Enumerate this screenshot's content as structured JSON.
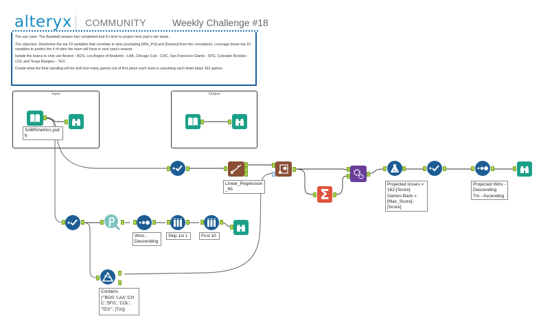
{
  "header": {
    "logo": "alteryx",
    "section": "COMMUNITY",
    "title": "Weekly Challenge #18"
  },
  "comment": {
    "paragraphs": [
      "The use case: The Baseball season has completed and it's time to project next year's win totals.",
      "The objective:  Determine the top 10 variables that correlate to wins (excluding [Win_Pct] and [Games] from the correlation). Leverage those top 10 variables to predict the # of wins the team will have in next year's season.",
      "Isolate the teams to only use Boston - BOS, Los Angles of Anaheim - LAA, Chicago Cub - CHC, San Francisco Giants - SFG, Colorado Rockies - COL and Texas Rangers - TEX.",
      "Create what the final standing will be and how many games out of first place each team is assuming each team plays 162 games."
    ]
  },
  "containers": {
    "input": {
      "title": "Input"
    },
    "output": {
      "title": "Output"
    }
  },
  "tools": {
    "input_data": {
      "type": "input-data",
      "label": "SABRmetrics.yxd\nb"
    },
    "browse_input": {
      "type": "browse"
    },
    "output_input": {
      "type": "input-data"
    },
    "output_browse": {
      "type": "browse"
    },
    "select_top": {
      "type": "select"
    },
    "linear_regression": {
      "type": "linear-regression",
      "label": "Linear_Regression\n_65",
      "outputs": [
        "O",
        "R",
        "I"
      ]
    },
    "score": {
      "type": "score"
    },
    "summarize": {
      "type": "summarize"
    },
    "append_fields": {
      "type": "append-fields"
    },
    "formula": {
      "type": "formula",
      "label": "Projected losses =\n162-[Score]\nGames Back =\n[Max_Score]-\n[Score]"
    },
    "select_right": {
      "type": "select"
    },
    "sort_right": {
      "type": "sort",
      "label": "Projected Wins -\nDescending\nTm - Ascending"
    },
    "browse_final": {
      "type": "browse"
    },
    "select_bottom": {
      "type": "select"
    },
    "correlation": {
      "type": "pearson-correlation"
    },
    "sort_wins": {
      "type": "sort",
      "label": "Wins -\nDescending"
    },
    "sample_skip": {
      "type": "sample",
      "label": "Skip 1st 1"
    },
    "sample_first": {
      "type": "sample",
      "label": "First 10"
    },
    "browse_bottom": {
      "type": "browse"
    },
    "filter": {
      "type": "filter",
      "label": "Contains\n(\"'BOS','LAA','CH\nC','SFG', 'COL',\n'TEX'\", [Tm])",
      "outputs": [
        "T",
        "F"
      ]
    }
  },
  "colors": {
    "brand": "#1a8fc9",
    "anchor": "#a8d24a",
    "blue_tool": "#1d5d94",
    "teal_tool": "#1ba088",
    "brown_tool": "#8a4e36",
    "purple_tool": "#6a3d9a",
    "orange_tool": "#e0543e"
  }
}
